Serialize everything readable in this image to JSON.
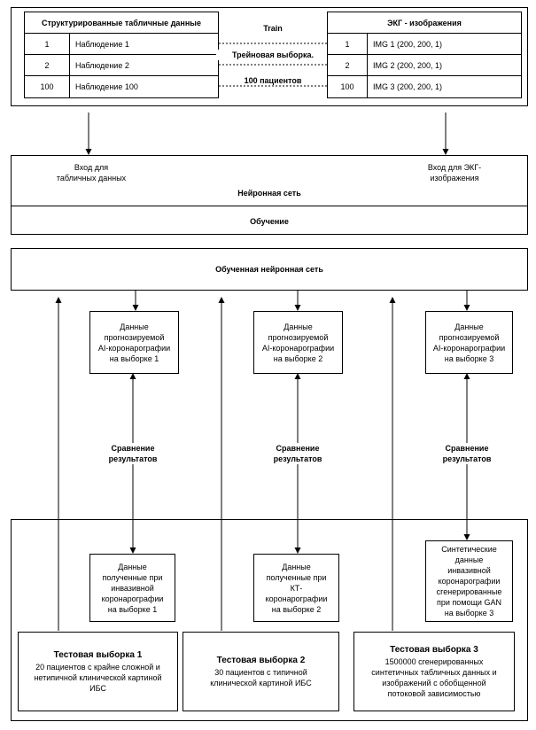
{
  "top": {
    "left_table": {
      "header": "Структурированные табличные данные",
      "rows": [
        {
          "n": "1",
          "label": "Наблюдение 1"
        },
        {
          "n": "2",
          "label": "Наблюдение 2"
        },
        {
          "n": "100",
          "label": "Наблюдение 100"
        }
      ]
    },
    "right_table": {
      "header": "ЭКГ - изображения",
      "rows": [
        {
          "n": "1",
          "label": "IMG 1 (200, 200, 1)"
        },
        {
          "n": "2",
          "label": "IMG 2 (200, 200, 1)"
        },
        {
          "n": "100",
          "label": "IMG 3 (200, 200, 1)"
        }
      ]
    },
    "center": {
      "train": "Train",
      "sample": "Трейновая выборка.",
      "patients": "100 пациентов"
    }
  },
  "network": {
    "input_tabular": "Вход для\nтабличных данных",
    "input_ecg": "Вход для ЭКГ-\nизображения",
    "title": "Нейронная сеть",
    "training": "Обучение"
  },
  "trained": {
    "title": "Обученная нейронная сеть"
  },
  "predicted": [
    "Данные\nпрогнозируемой\nAI-коронарографии\nна выборке 1",
    "Данные\nпрогнозируемой\nAI-коронарографии\nна выборке 2",
    "Данные\nпрогнозируемой\nAI-коронарографии\nна выборке 3"
  ],
  "comparison_label": "Сравнение\nрезультатов",
  "actual": [
    "Данные\nполученные при\nинвазивной\nкоронарографии\nна выборке 1",
    "Данные\nполученные при\nКТ-\nкоронарографии\nна выборке 2",
    "Синтетические\nданные\nинвазивной\nкоронарографии\nсгенерированные\nпри помощи GAN\nна выборке 3"
  ],
  "tests": [
    {
      "title": "Тестовая выборка 1",
      "desc": "20 пациентов с крайне сложной и\nнетипичной клинической картиной\nИБС"
    },
    {
      "title": "Тестовая выборка 2",
      "desc": "30 пациентов с типичной\nклинической картиной ИБС"
    },
    {
      "title": "Тестовая выборка 3",
      "desc": "1500000 сгенерированных\nсинтетичных табличных данных и\nизображений с обобщенной\nпотоковой зависимостью"
    }
  ]
}
